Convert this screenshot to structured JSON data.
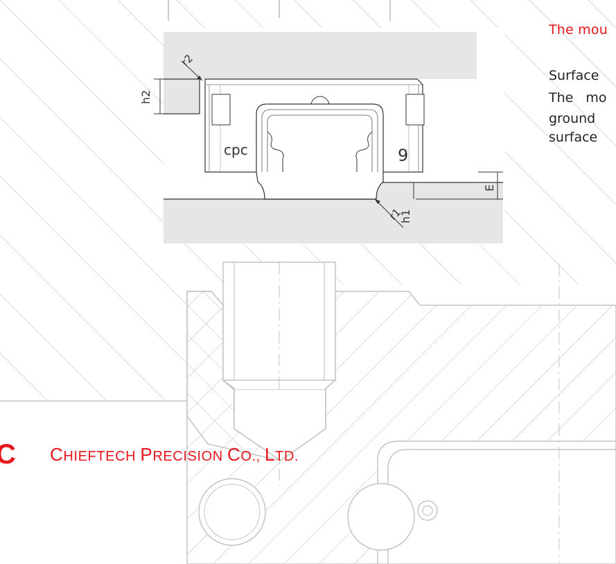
{
  "heading": "The mou",
  "paragraph": {
    "line1": "Surface",
    "line2": "The  mo",
    "line3": "ground",
    "line4": "surface"
  },
  "labels": {
    "r2": "r2",
    "h2": "h2",
    "h1": "h1",
    "r1": "r1",
    "E": "E",
    "brand_mark": "cpc",
    "size_mark": "9"
  },
  "company": {
    "logo": "C",
    "name_parts": [
      "C",
      "HIEFTECH ",
      "P",
      "RECISION ",
      "C",
      "O., ",
      "L",
      "TD."
    ]
  },
  "colors": {
    "brand_red": "#e8151b",
    "surface_gray": "#e6e6e6",
    "line_gray": "#bdbdbd",
    "line_dark": "#333333"
  }
}
